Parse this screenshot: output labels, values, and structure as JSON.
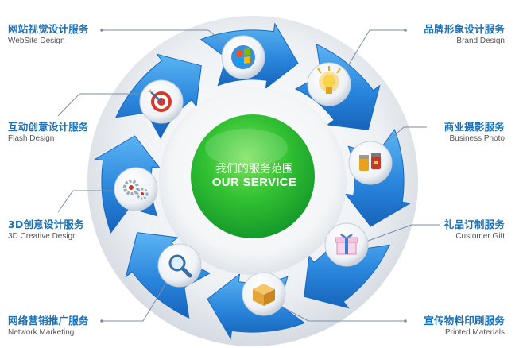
{
  "center": {
    "title_cn": "我们的服务范围",
    "title_en": "OUR SERVICE"
  },
  "services": [
    {
      "name_cn": "网站视觉设计服务",
      "name_en": "WebSite Design",
      "icon": "windows-logo-icon"
    },
    {
      "name_cn": "品牌形象设计服务",
      "name_en": "Brand Design",
      "icon": "lightbulb-icon"
    },
    {
      "name_cn": "商业摄影服务",
      "name_en": "Business Photo",
      "icon": "film-roll-icon"
    },
    {
      "name_cn": "礼品订制服务",
      "name_en": "Customer Gift",
      "icon": "gift-box-icon"
    },
    {
      "name_cn": "宣传物料印刷服务",
      "name_en": "Printed Materials",
      "icon": "package-box-icon"
    },
    {
      "name_cn": "网络营销推广服务",
      "name_en": "Network Marketing",
      "icon": "magnifier-icon"
    },
    {
      "name_cn": "3D创意设计服务",
      "name_en": "3D Creative Design",
      "icon": "gears-icon"
    },
    {
      "name_cn": "互动创意设计服务",
      "name_en": "Flash Design",
      "icon": "target-dart-icon"
    }
  ],
  "colors": {
    "ring_blue": "#2f8fe0",
    "ring_dark": "#1769c2",
    "center_green": "#2ebf2e",
    "label_blue": "#1a6fb5",
    "leader_line": "#7a8ea8"
  }
}
